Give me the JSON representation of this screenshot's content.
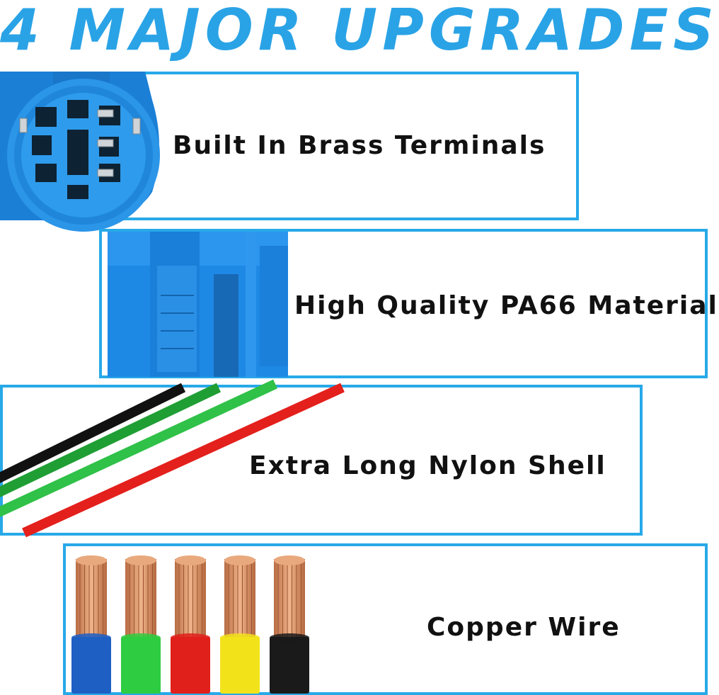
{
  "title": "4 MAJOR UPGRADES",
  "colors": {
    "accent": "#27a9e8",
    "connector_blue": "#1e88e5",
    "wire_black": "#1a1a1a",
    "wire_green": "#2ecc40",
    "wire_red": "#e0201b",
    "wire_yellow": "#f2e21a",
    "copper": "#d9956b"
  },
  "features": [
    {
      "label": "Built In Brass Terminals",
      "icon": "connector-face-icon"
    },
    {
      "label": "High Quality PA66 Material",
      "icon": "connector-side-icon"
    },
    {
      "label": "Extra Long Nylon Shell",
      "icon": "wires-icon"
    },
    {
      "label": "Copper Wire",
      "icon": "copper-wire-ends-icon"
    }
  ]
}
